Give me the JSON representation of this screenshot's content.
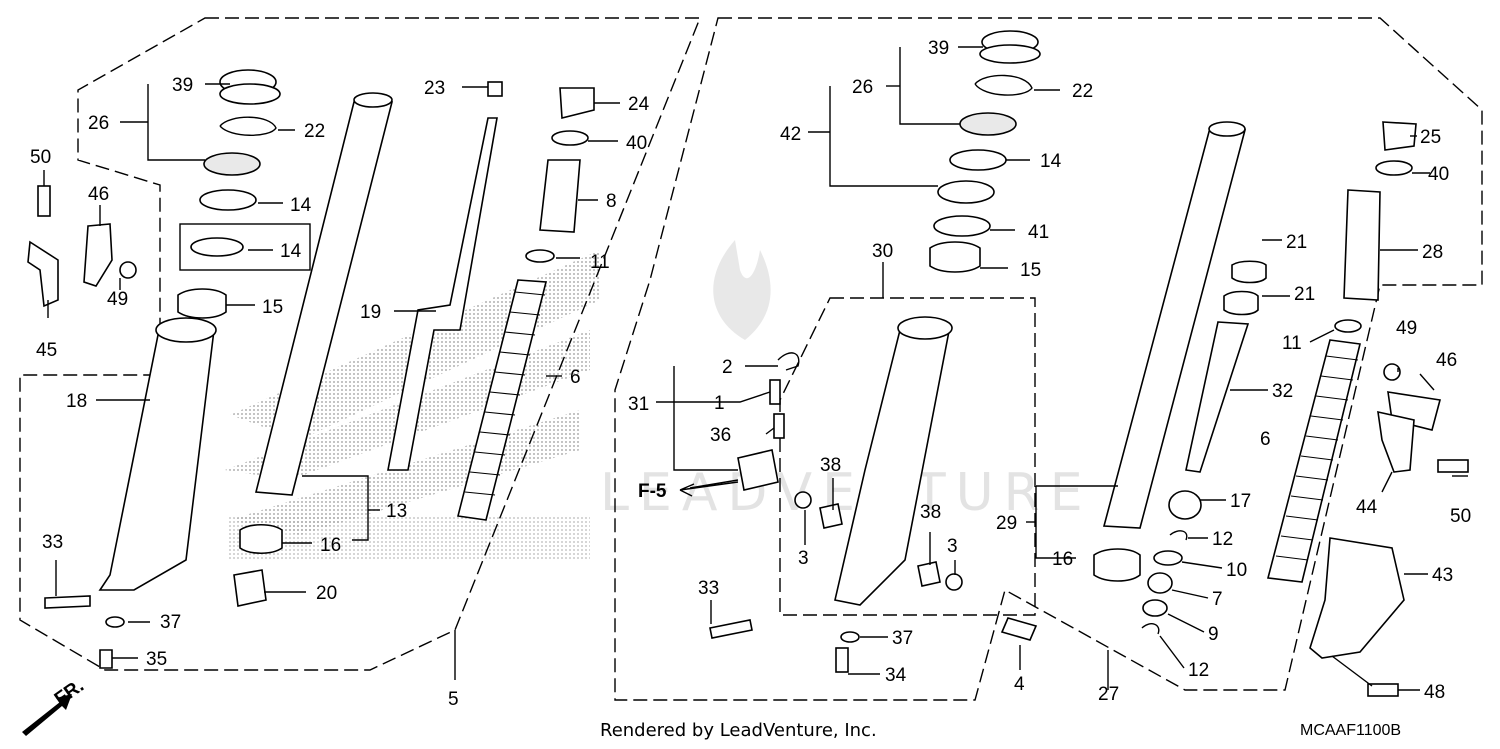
{
  "diagram": {
    "footer_text": "Rendered by LeadVenture, Inc.",
    "diagram_code": "MCAAF1100B",
    "direction_label": "FR.",
    "ref_label": "F-5",
    "callouts": [
      "39",
      "26",
      "22",
      "14",
      "14",
      "15",
      "50",
      "46",
      "49",
      "45",
      "18",
      "33",
      "37",
      "35",
      "5",
      "23",
      "24",
      "40",
      "8",
      "11",
      "19",
      "6",
      "13",
      "16",
      "20",
      "42",
      "41",
      "30",
      "2",
      "31",
      "1",
      "36",
      "38",
      "3",
      "38",
      "3",
      "33",
      "37",
      "34",
      "4",
      "27",
      "25",
      "21",
      "21",
      "28",
      "11",
      "32",
      "6",
      "29",
      "17",
      "12",
      "10",
      "7",
      "9",
      "12",
      "16",
      "49",
      "46",
      "44",
      "50",
      "43",
      "48",
      "39",
      "26",
      "22",
      "14",
      "15",
      "40"
    ]
  }
}
